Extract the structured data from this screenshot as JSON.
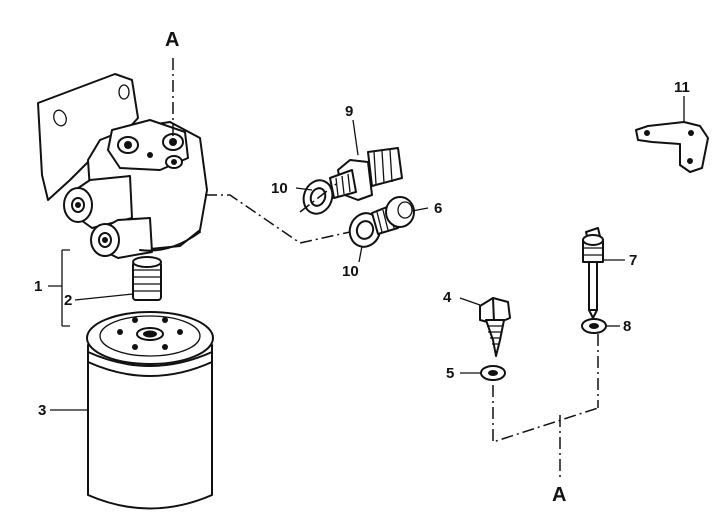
{
  "diagram": {
    "callouts": {
      "a_top": "A",
      "a_bottom": "A",
      "c1": "1",
      "c2": "2",
      "c3": "3",
      "c4": "4",
      "c5": "5",
      "c6": "6",
      "c7": "7",
      "c8": "8",
      "c9": "9",
      "c10a": "10",
      "c10b": "10",
      "c11": "11"
    }
  }
}
